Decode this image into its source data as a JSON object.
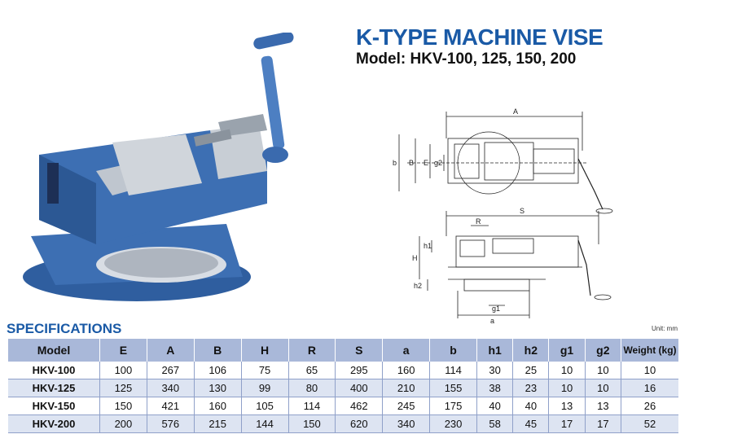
{
  "header": {
    "title": "K-TYPE MACHINE VISE",
    "model_line": "Model: HKV-100, 125, 150, 200"
  },
  "drawing": {
    "top_labels": {
      "A": "A",
      "b": "b",
      "B": "B",
      "E": "E",
      "g2": "g2"
    },
    "side_labels": {
      "S": "S",
      "R": "R",
      "h1": "h1",
      "H": "H",
      "h2": "h2",
      "g1": "g1",
      "a": "a"
    }
  },
  "specs": {
    "title": "SPECIFICATIONS",
    "unit": "Unit: mm",
    "columns": [
      "Model",
      "E",
      "A",
      "B",
      "H",
      "R",
      "S",
      "a",
      "b",
      "h1",
      "h2",
      "g1",
      "g2",
      "Weight (kg)"
    ],
    "rows": [
      [
        "HKV-100",
        "100",
        "267",
        "106",
        "75",
        "65",
        "295",
        "160",
        "114",
        "30",
        "25",
        "10",
        "10",
        "10"
      ],
      [
        "HKV-125",
        "125",
        "340",
        "130",
        "99",
        "80",
        "400",
        "210",
        "155",
        "38",
        "23",
        "10",
        "10",
        "16"
      ],
      [
        "HKV-150",
        "150",
        "421",
        "160",
        "105",
        "114",
        "462",
        "245",
        "175",
        "40",
        "40",
        "13",
        "13",
        "26"
      ],
      [
        "HKV-200",
        "200",
        "576",
        "215",
        "144",
        "150",
        "620",
        "340",
        "230",
        "58",
        "45",
        "17",
        "17",
        "52"
      ]
    ]
  },
  "colors": {
    "accent": "#1a5aa6",
    "header_bg": "#a9b8d9",
    "stripe": "#dde4f2",
    "vise_blue": "#3d6fb3"
  }
}
